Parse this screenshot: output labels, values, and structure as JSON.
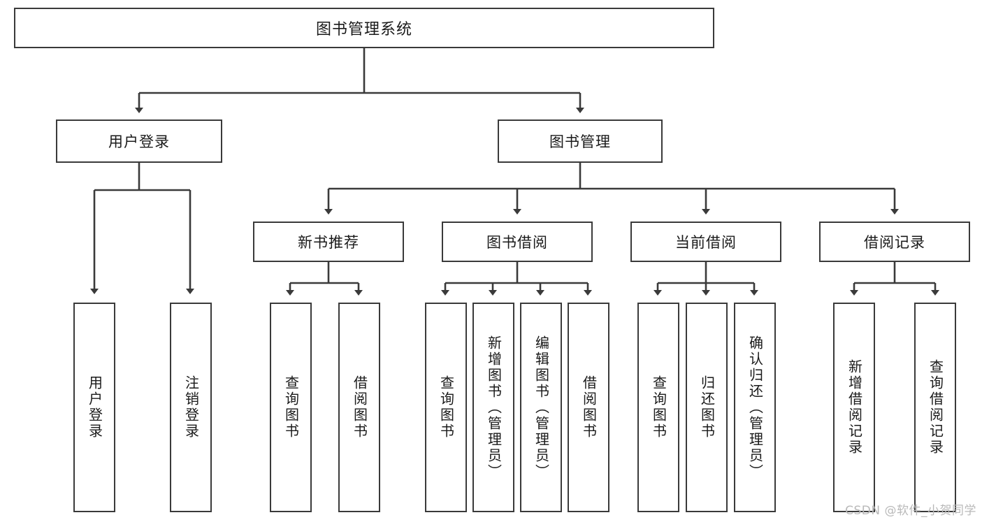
{
  "diagram": {
    "title": "图书管理系统",
    "type": "tree-hierarchy-diagram",
    "watermark": "CSDN @软件_小贺同学",
    "colors": {
      "box_border": "#3a3a3a",
      "box_fill": "#ffffff",
      "connector": "#3a3a3a",
      "text": "#1a1a1a",
      "watermark": "#b9b9b9"
    },
    "levels": {
      "root": {
        "label": "图书管理系统"
      },
      "level2": [
        {
          "id": "user-login",
          "label": "用户登录"
        },
        {
          "id": "book-management",
          "label": "图书管理"
        }
      ],
      "level3": [
        {
          "id": "new-book-recommend",
          "label": "新书推荐"
        },
        {
          "id": "book-borrow",
          "label": "图书借阅"
        },
        {
          "id": "current-borrow",
          "label": "当前借阅"
        },
        {
          "id": "borrow-record",
          "label": "借阅记录"
        }
      ],
      "leaves": [
        {
          "id": "leaf-user-login",
          "label": "用户登录",
          "parent": "user-login"
        },
        {
          "id": "leaf-logout",
          "label": "注销登录",
          "parent": "user-login"
        },
        {
          "id": "leaf-query-book-1",
          "label": "查询图书",
          "parent": "new-book-recommend"
        },
        {
          "id": "leaf-borrow-book-1",
          "label": "借阅图书",
          "parent": "new-book-recommend"
        },
        {
          "id": "leaf-query-book-2",
          "label": "查询图书",
          "parent": "book-borrow"
        },
        {
          "id": "leaf-add-book",
          "label": "新增图书（管理员）",
          "parent": "book-borrow"
        },
        {
          "id": "leaf-edit-book",
          "label": "编辑图书（管理员）",
          "parent": "book-borrow"
        },
        {
          "id": "leaf-borrow-book-2",
          "label": "借阅图书",
          "parent": "book-borrow"
        },
        {
          "id": "leaf-query-book-3",
          "label": "查询图书",
          "parent": "current-borrow"
        },
        {
          "id": "leaf-return-book",
          "label": "归还图书",
          "parent": "current-borrow"
        },
        {
          "id": "leaf-confirm-return",
          "label": "确认归还（管理员）",
          "parent": "current-borrow"
        },
        {
          "id": "leaf-add-record",
          "label": "新增借阅记录",
          "parent": "borrow-record"
        },
        {
          "id": "leaf-query-record",
          "label": "查询借阅记录",
          "parent": "borrow-record"
        }
      ]
    }
  }
}
